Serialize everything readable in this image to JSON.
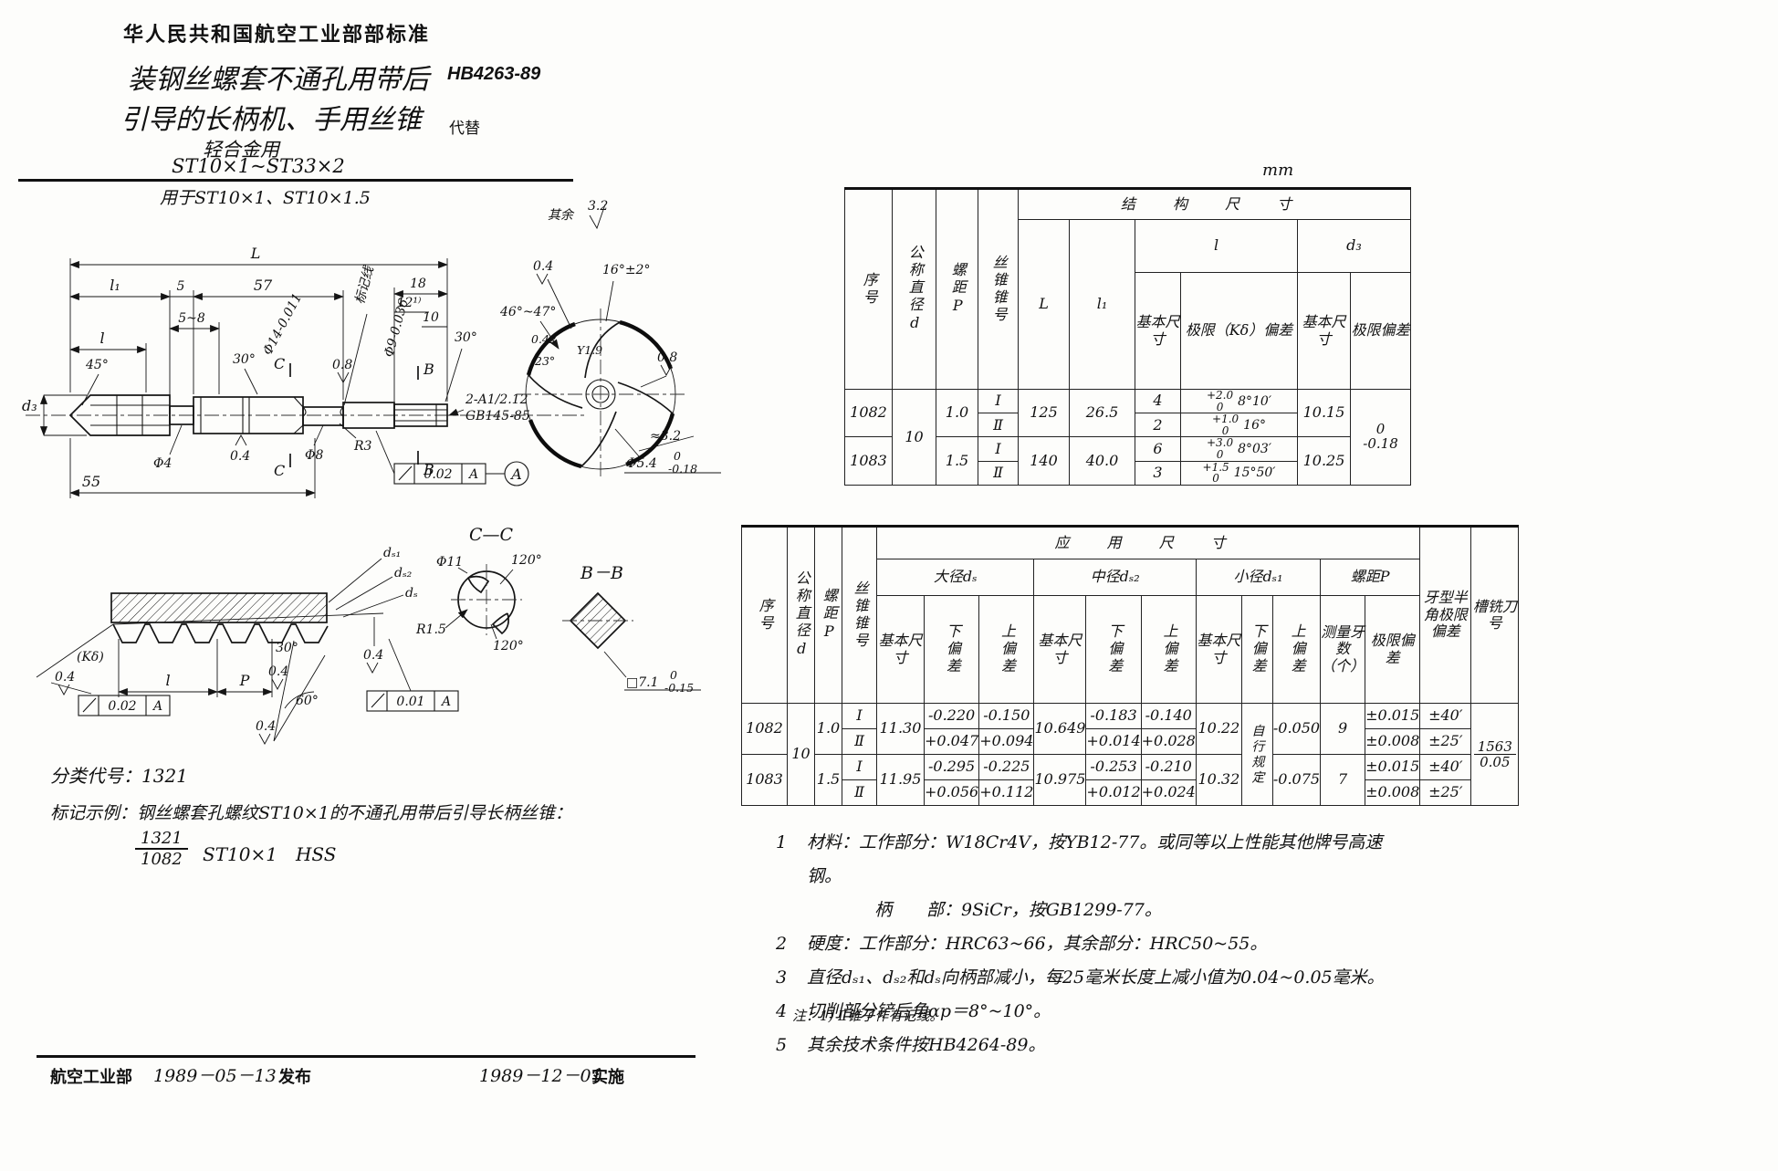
{
  "header": {
    "org": "华人民共和国航空工业部部标准",
    "title1": "装钢丝螺套不通孔用带后",
    "title2": "引导的长柄机、手用丝锥",
    "sub1": "轻合金用",
    "sub2": "ST10×1~ST33×2",
    "applies": "用于ST10×1、ST10×1.5",
    "std_no": "HB4263-89",
    "replaces": "代替",
    "unit": "mm"
  },
  "table1": {
    "h": {
      "seq": "序号",
      "dia": "公称直径d",
      "pitch": "螺距P",
      "taper": "丝锥锥号",
      "group": "结 构 尺 寸",
      "L": "L",
      "l1": "l₁",
      "l": "l",
      "d3": "d₃",
      "basic": "基本尺寸",
      "limitk": "极限（Kδ）偏差",
      "basic2": "基本尺寸",
      "limit": "极限偏差"
    },
    "rows": {
      "seq1": "1082",
      "seq2": "1083",
      "dia": "10",
      "p1": "1.0",
      "p2": "1.5",
      "t1": "Ⅰ",
      "t2": "Ⅱ",
      "L1": "125",
      "L2": "140",
      "l11": "26.5",
      "l12": "40.0",
      "r0": {
        "l": "4",
        "devt": "+2.0",
        "devb": "0",
        "ang": "8°10′"
      },
      "r1": {
        "l": "2",
        "devt": "+1.0",
        "devb": "0",
        "ang": "16°"
      },
      "r2": {
        "l": "6",
        "devt": "+3.0",
        "devb": "0",
        "ang": "8°03′"
      },
      "r3": {
        "l": "3",
        "devt": "+1.5",
        "devb": "0",
        "ang": "15°50′"
      },
      "d31": "10.15",
      "d32": "10.25",
      "d3devt": "0",
      "d3devb": "-0.18"
    }
  },
  "table2": {
    "h": {
      "seq": "序号",
      "dia": "公称直径d",
      "pitch": "螺距P",
      "taper": "丝锥锥号",
      "group": "应 用 尺 寸",
      "major": "大径dₛ",
      "middle": "中径dₛ₂",
      "minor": "小径dₛ₁",
      "basic": "基本尺寸",
      "lower": "下偏差",
      "upper": "上偏差",
      "pitch2": "螺距P",
      "teeth": "测量牙数（个）",
      "limit": "极限偏差",
      "half": "牙型半角极限偏差",
      "cutter": "槽铣刀号"
    },
    "rows": {
      "seq1": "1082",
      "seq2": "1083",
      "dia": "10",
      "p1": "1.0",
      "p2": "1.5",
      "t1": "Ⅰ",
      "t2": "Ⅱ",
      "ds1": "11.30",
      "ds2": "11.95",
      "dsm1": "10.649",
      "dsm2": "10.975",
      "dss1": "10.22",
      "dss2": "10.32",
      "self": "自行规定",
      "r0": {
        "ds_lo": "-0.220",
        "ds_up": "-0.150",
        "dm_lo": "-0.183",
        "dm_up": "-0.140",
        "s_up": "-0.050",
        "teeth": "9",
        "pdev": "±0.015",
        "half": "±40′"
      },
      "r1": {
        "ds_lo": "+0.047",
        "ds_up": "+0.094",
        "dm_lo": "+0.014",
        "dm_up": "+0.028",
        "pdev": "±0.008",
        "half": "±25′"
      },
      "r2": {
        "ds_lo": "-0.295",
        "ds_up": "-0.225",
        "dm_lo": "-0.253",
        "dm_up": "-0.210",
        "s_up": "-0.075",
        "teeth": "7",
        "pdev": "±0.015",
        "half": "±40′"
      },
      "r3": {
        "ds_lo": "+0.056",
        "ds_up": "+0.112",
        "dm_lo": "+0.012",
        "dm_up": "+0.024",
        "pdev": "±0.008",
        "half": "±25′"
      },
      "cutter_top": "1563",
      "cutter_bot": "0.05"
    }
  },
  "notes": [
    {
      "no": "1",
      "text": "材料：工作部分：W18Cr4V，按YB12-77。或同等以上性能其他牌号高速钢。"
    },
    {
      "no": "",
      "text": "柄　　部：9SiCr，按GB1299-77。"
    },
    {
      "no": "2",
      "text": "硬度：工作部分：HRC63~66，其余部分：HRC50~55。"
    },
    {
      "no": "3",
      "text": "直径dₛ₁、dₛ₂和dₛ向柄部减小，每25毫米长度上减小值为0.04~0.05毫米。"
    },
    {
      "no": "4",
      "text": "切削部分铲后角αp＝8°~10°。"
    },
    {
      "no": "5",
      "text": "其余技术条件按HB4264-89。"
    }
  ],
  "footnote": "注：1) Ⅱ锥子作有记线。",
  "marking": {
    "classification": "分类代号：1321",
    "example": "标记示例：钢丝螺套孔螺纹ST10×1的不通孔用带后引导长柄丝锥：",
    "frac_top": "1321",
    "frac_bot": "1082",
    "designation": "ST10×1　HSS"
  },
  "footer": {
    "org": "航空工业部",
    "issue_date": "1989－05－13",
    "issue": "发布",
    "impl_date": "1989－12－01",
    "impl": "实施"
  },
  "dwg": {
    "L": "L",
    "l1": "l₁",
    "d5": "5",
    "d57": "57",
    "d58": "5~8",
    "l": "l",
    "d55": "55",
    "d18": "18",
    "d10": "10",
    "d12": "12¹⁾",
    "a45": "45°",
    "a30a": "30°",
    "a30b": "30°",
    "phi14": "Φ14-0.011",
    "phi4": "Φ4",
    "phi8": "Φ8",
    "phi9": "Φ9-0.036",
    "r3": "R3",
    "d3": "d₃",
    "markline": "标记线",
    "r08a": "0.8",
    "r04a": "0.4",
    "center1": "2-A1/2.12",
    "center2": "GB145-85",
    "f_val1": "0.02",
    "f_val2": "0.02",
    "f_val3": "0.01",
    "f_ref": "A",
    "datum": "A",
    "b": "B",
    "c": "C",
    "cc": "C—C",
    "bb": "B－B",
    "rough_rest": "其余",
    "r32": "3.2",
    "r04b": "0.4",
    "a16": "16°±2°",
    "a4647": "46°~47°",
    "d042": "0.42",
    "a23": "23°",
    "y19": "Y1.9",
    "r08b": "0.8",
    "approx": "≈3.2",
    "phi54": "Φ5.4",
    "phi54t": "0",
    "phi54b": "-0.18",
    "kdelta": "(Kδ)",
    "r04c": "0.4",
    "P": "P",
    "l2": "l",
    "a30c": "30°",
    "r04d": "0.4",
    "a60": "60°",
    "r04e": "0.4",
    "r04f": "0.4",
    "ds1": "dₛ₁",
    "ds2": "dₛ₂",
    "ds": "dₛ",
    "phi11": "Φ11",
    "a120a": "120°",
    "r15": "R1.5",
    "a120b": "120°",
    "sq": "□7.1",
    "sqt": "0",
    "sqb": "-0.15"
  }
}
